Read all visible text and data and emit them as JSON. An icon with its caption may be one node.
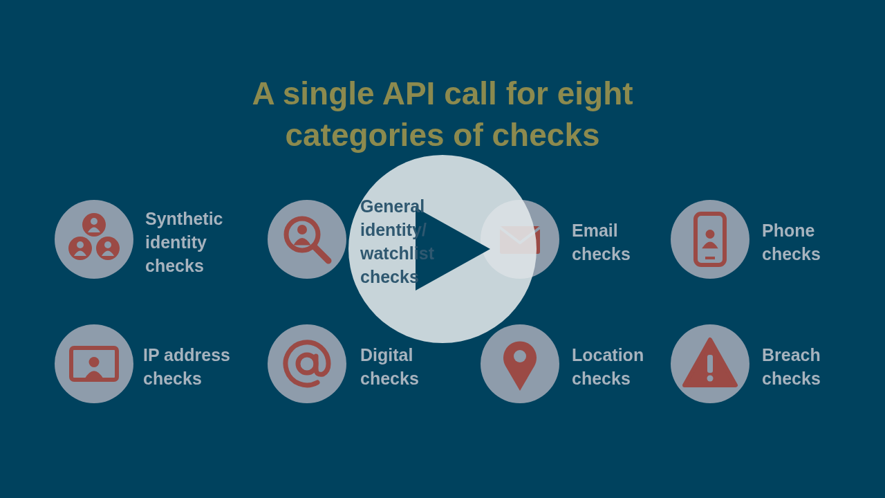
{
  "diagram": {
    "title": "A single API call for eight categories of checks",
    "nodes": [
      {
        "text": [
          "Synthetic identity checks"
        ]
      },
      {
        "text": [
          "General identity/ watchlist checks"
        ]
      },
      {
        "text": [
          "Email checks"
        ]
      },
      {
        "text": [
          "Phone checks"
        ]
      },
      {
        "text": [
          "IP address checks"
        ]
      },
      {
        "text": [
          "Digital checks"
        ]
      },
      {
        "text": [
          "Location checks"
        ]
      },
      {
        "text": [
          "Breach checks"
        ]
      }
    ]
  }
}
